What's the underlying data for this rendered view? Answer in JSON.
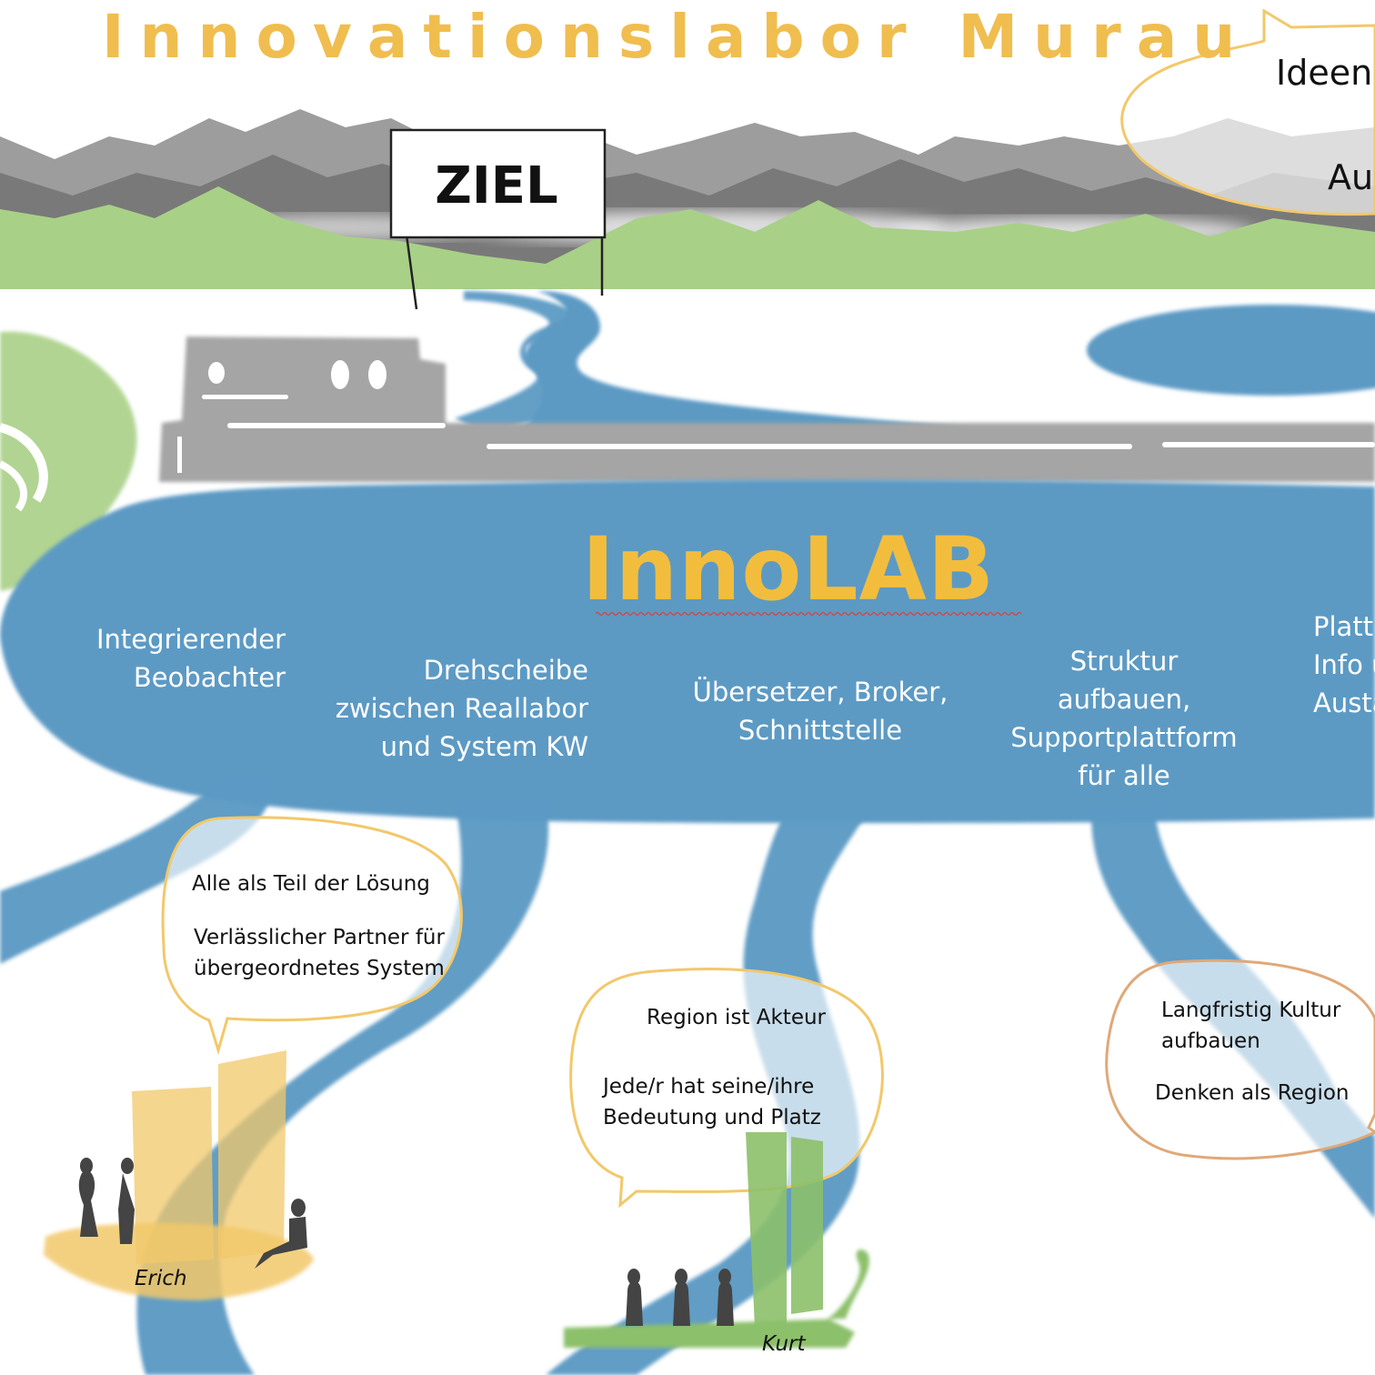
{
  "title": "Innovationslabor  Murau",
  "goal_sign": "ZIEL",
  "lab_name": "InnoLAB",
  "corner_bubble": {
    "line1": "Ideen",
    "line2": "Au"
  },
  "roles": [
    {
      "text": "Integrierender\nBeobachter"
    },
    {
      "text": "Drehscheibe\nzwischen Reallabor\nund System KW"
    },
    {
      "text": "Übersetzer, Broker,\nSchnittstelle"
    },
    {
      "text": "Struktur\naufbauen,\nSupportplattform\nfür alle"
    },
    {
      "text": "Platt\nInfo u\nAusta"
    }
  ],
  "bubbles": [
    {
      "line1": "Alle als Teil der Lösung",
      "line2": "Verlässlicher Partner für\nübergeordnetes System"
    },
    {
      "line1": "Region ist Akteur",
      "line2": "Jede/r hat seine/ihre\nBedeutung und Platz"
    },
    {
      "line1": "Langfristig Kultur\naufbauen",
      "line2": "Denken als Region"
    }
  ],
  "boats": [
    {
      "name": "Erich"
    },
    {
      "name": "Kurt"
    }
  ],
  "colors": {
    "water": "#5b9ac4",
    "road": "#a9a9a9",
    "mountain": "#8a8a8a",
    "hill": "#a8cf86",
    "title": "#f0bd4f",
    "bubble_yellow": "#f2c86a",
    "bubble_orange": "#e0a878"
  }
}
